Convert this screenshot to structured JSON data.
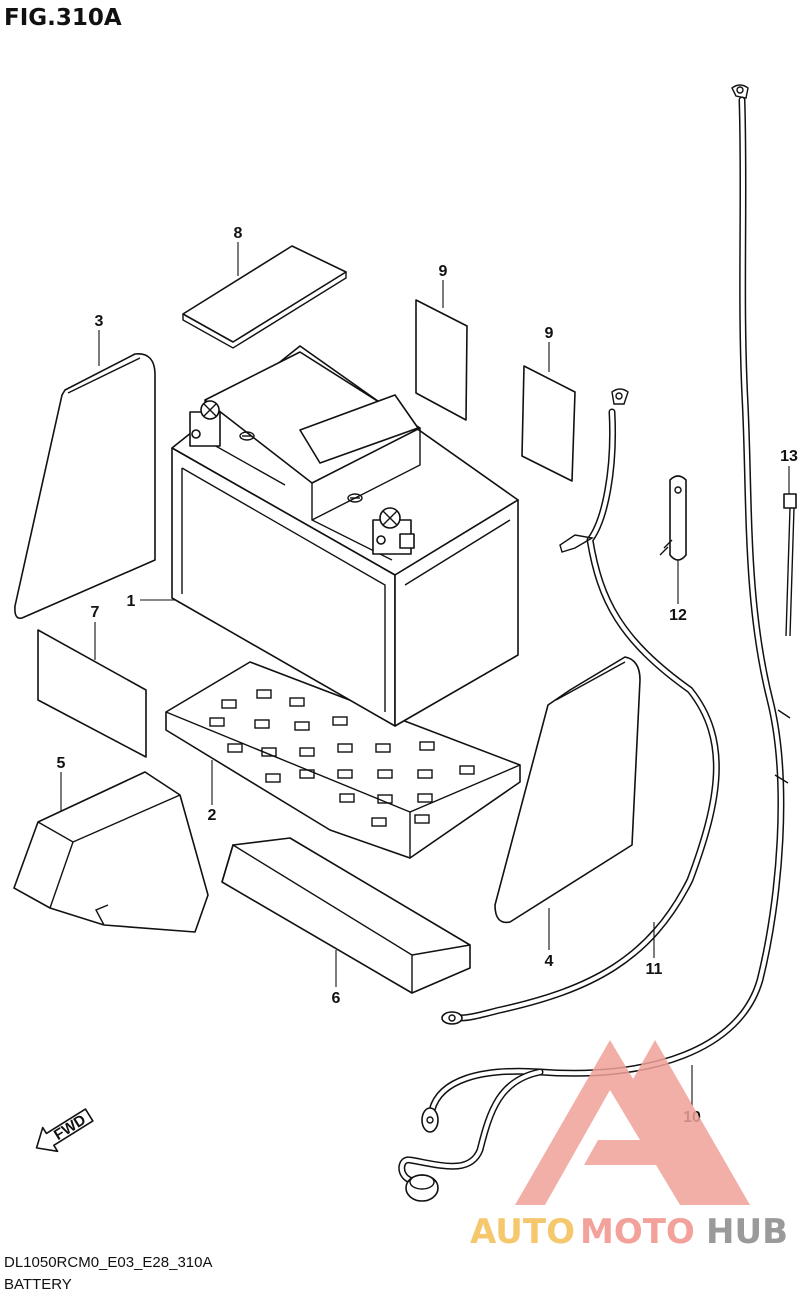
{
  "figure": {
    "title": "FIG.310A",
    "model_code": "DL1050RCM0_E03_E28_310A",
    "caption": "BATTERY"
  },
  "direction_marker": {
    "label": "FWD",
    "icon": "arrow-fwd-icon"
  },
  "callouts": {
    "c1": "1",
    "c2": "2",
    "c3": "3",
    "c4": "4",
    "c5": "5",
    "c6": "6",
    "c7": "7",
    "c8": "8",
    "c9a": "9",
    "c9b": "9",
    "c10": "10",
    "c11": "11",
    "c12": "12",
    "c13": "13"
  },
  "watermark": {
    "text_a": "AUTO",
    "text_b": "MOTO",
    "text_c": "HUB",
    "colors": {
      "logo": "#f0a29a",
      "auto": "#f5c86e",
      "moto": "#f2a29a",
      "hub": "#9a9a9a"
    }
  }
}
